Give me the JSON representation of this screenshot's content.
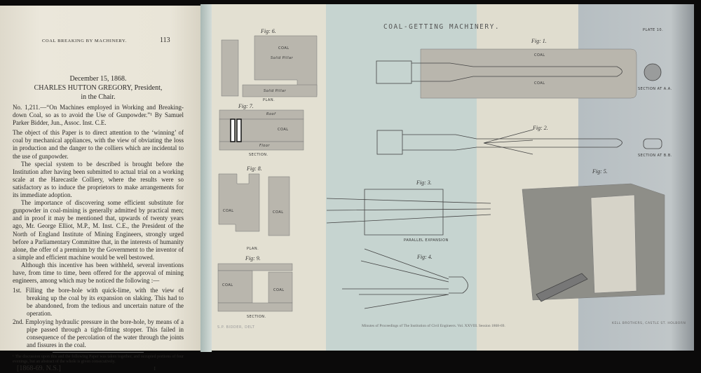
{
  "left_page": {
    "running_head": "COAL BREAKING BY MACHINERY.",
    "page_number": "113",
    "date": "December 15, 1868.",
    "chair_name": "CHARLES HUTTON GREGORY,",
    "chair_role": "President,",
    "chair_line2": "in the Chair.",
    "paper_heading": "No. 1,211.—“On Machines employed in Working and Breaking-down Coal, so as to avoid the Use of Gunpowder.”¹ By Samuel Parker Bidder, Jun., Assoc. Inst. C.E.",
    "paragraphs": [
      "The object of this Paper is to direct attention to the ‘winning’ of coal by mechanical appliances, with the view of obviating the loss in production and the danger to the colliers which are incidental to the use of gunpowder.",
      "The special system to be described is brought before the Institution after having been submitted to actual trial on a working scale at the Harecastle Colliery, where the results were so satisfactory as to induce the proprietors to make arrangements for its immediate adoption.",
      "The importance of discovering some efficient substitute for gunpowder in coal-mining is generally admitted by practical men; and in proof it may be mentioned that, upwards of twenty years ago, Mr. George Elliot, M.P., M. Inst. C.E., the President of the North of England Institute of Mining Engineers, strongly urged before a Parliamentary Committee that, in the interests of humanity alone, the offer of a premium by the Government to the inventor of a simple and efficient machine would be well bestowed.",
      "Although this incentive has been withheld, several inventions have, from time to time, been offered for the approval of mining engineers, among which may be noticed the following :—"
    ],
    "list": [
      {
        "num": "1st.",
        "text": "Filling the bore-hole with quick-lime, with the view of breaking up the coal by its expansion on slaking. This had to be abandoned, from the tedious and uncertain nature of the operation."
      },
      {
        "num": "2nd.",
        "text": "Employing hydraulic pressure in the bore-hole, by means of a pipe passed through a tight-fitting stopper. This failed in consequence of the percolation of the water through the joints and fissures in the coal."
      }
    ],
    "footnote": "¹ The discussion upon this and the following Paper was taken together, and occupied portions of four evenings, but an abstract of the whole is given consecutively.",
    "signature_mark": "[1868-69. N.S.]",
    "signature_letter": "I"
  },
  "plate": {
    "title": "COAL-GETTING MACHINERY.",
    "plate_number": "PLATE 10.",
    "figures": {
      "fig1": "Fig: 1.",
      "fig2": "Fig: 2.",
      "fig3": "Fig: 3.",
      "fig4": "Fig: 4.",
      "fig5": "Fig: 5.",
      "fig6": "Fig: 6.",
      "fig7": "Fig: 7.",
      "fig8": "Fig: 8.",
      "fig9": "Fig: 9."
    },
    "labels": {
      "coal": "COAL",
      "solid_pillar": "Solid Pillar",
      "roof": "Roof",
      "floor": "Floor",
      "plan": "PLAN.",
      "section": "SECTION.",
      "section_aa": "SECTION AT A.A.",
      "section_bb": "SECTION AT B.B.",
      "parallel_expansion": "PARALLEL EXPANSION"
    },
    "engraver": "S.P. BIDDER, DELT",
    "caption": "Minutes of Proceedings of The Institution of Civil Engineers. Vol. XXVIII. Session 1868-69.",
    "printer": "KELL BROTHERS, CASTLE ST. HOLBORN"
  },
  "colors": {
    "paper": "#e9e5d8",
    "plate_blue": "#c6d4d0",
    "plate_gray": "#b7bec2",
    "stipple": "#b9b6ad"
  }
}
